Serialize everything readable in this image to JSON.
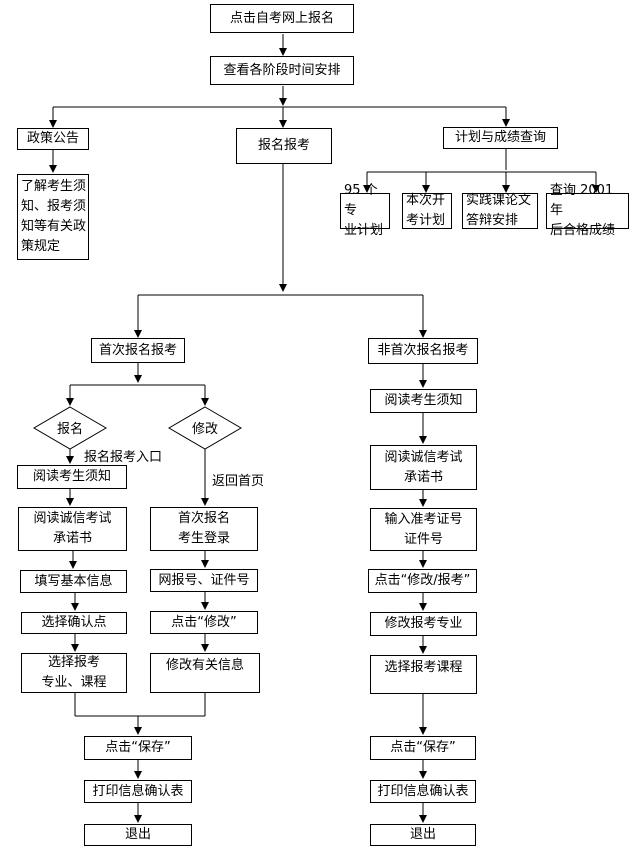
{
  "nodes": {
    "click_register": "点击自考网上报名",
    "view_schedule": "查看各阶段时间安排",
    "policy": "政策公告",
    "policy_detail": "了解考生须\n知、报考须\n知等有关政\n策规定",
    "register_exam": "报名报考",
    "plan_query": "计划与成绩查询",
    "plan95": "95 个专\n业计划",
    "this_plan": "本次开\n考计划",
    "practice": "实践课论文\n答辩安排",
    "query2001": "查询 2001 年\n后合格成绩",
    "first_reg": "首次报名报考",
    "non_first": "非首次报名报考",
    "d_register": "报名",
    "d_modify": "修改",
    "entry_label": "报名报考入口",
    "return_label": "返回首页",
    "read_notice_l": "阅读考生须知",
    "read_honest_l": "阅读诚信考试\n承诺书",
    "fill_info": "填写基本信息",
    "select_point": "选择确认点",
    "select_major_course": "选择报考\n专业、课程",
    "first_login": "首次报名\n考生登录",
    "net_id": "网报号、证件号",
    "click_modify": "点击“修改”",
    "modify_info": "修改有关信息",
    "save_l": "点击“保存”",
    "print_l": "打印信息确认表",
    "exit_l": "退出",
    "read_notice_r": "阅读考生须知",
    "read_honest_r": "阅读诚信考试\n承诺书",
    "input_cert": "输入准考证号\n证件号",
    "click_modify_reg": "点击“修改/报考”",
    "modify_major": "修改报考专业",
    "select_course": "选择报考课程",
    "save_r": "点击“保存”",
    "print_r": "打印信息确认表",
    "exit_r": "退出"
  }
}
